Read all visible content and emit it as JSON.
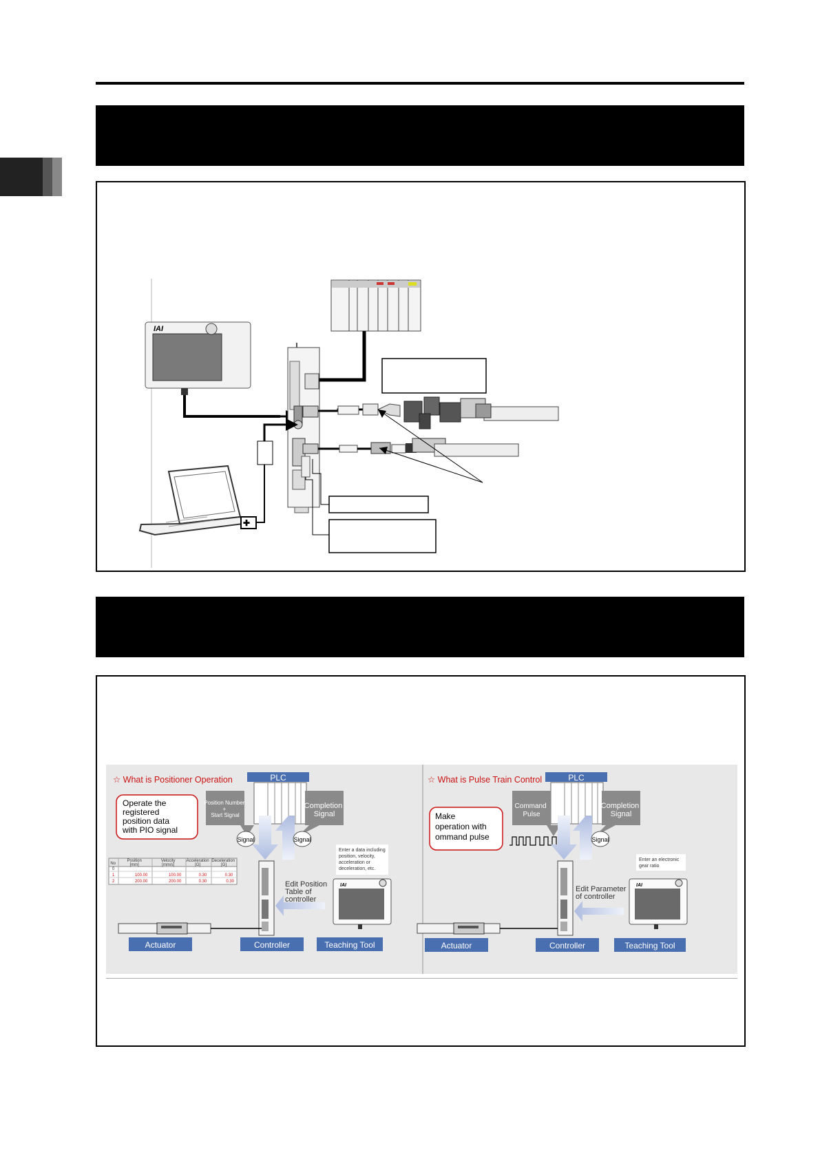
{
  "figure2": {
    "left": {
      "title": "☆ What is Positioner Operation",
      "plc": "PLC",
      "callout": [
        "Operate the",
        "registered",
        "position data",
        "with PIO signal"
      ],
      "position_number": [
        "Position Number",
        "+",
        "Start Signal"
      ],
      "completion": [
        "Completion",
        "Signal"
      ],
      "signal": "Signal",
      "table": {
        "headers": [
          [
            "No",
            ""
          ],
          [
            "Position",
            "[mm]"
          ],
          [
            "Velocity",
            "[mm/s]"
          ],
          [
            "Acceleration",
            "[G]"
          ],
          [
            "Deceleration",
            "[G]"
          ]
        ],
        "rows": [
          [
            "0",
            "",
            "",
            "",
            ""
          ],
          [
            "1",
            "100.00",
            "100.00",
            "0.30",
            "0.30"
          ],
          [
            "2",
            "200.00",
            "200.00",
            "0.30",
            "0.30"
          ]
        ]
      },
      "edit_text": [
        "Edit Position",
        "Table of",
        "controller"
      ],
      "tool_note": [
        "Enter a data including",
        "position, velocity,",
        "acceleration or",
        "deceleration, etc."
      ],
      "logo": "IAI",
      "labels": [
        "Actuator",
        "Controller",
        "Teaching Tool"
      ]
    },
    "right": {
      "title": "☆ What is Pulse Train Control",
      "plc": "PLC",
      "callout": [
        "Make",
        "operation with",
        "ommand pulse"
      ],
      "command": [
        "Command",
        "Pulse"
      ],
      "completion": [
        "Completion",
        "Signal"
      ],
      "signal": "Signal",
      "edit_text": [
        "Edit Parameter",
        "of controller"
      ],
      "tool_note": [
        "Enter an electronic",
        "gear ratio"
      ],
      "logo": "IAI",
      "labels": [
        "Actuator",
        "Controller",
        "Teaching Tool"
      ]
    }
  },
  "figure1": {
    "logo": "IAI"
  },
  "colors": {
    "accent_red": "#cc1111",
    "label_blue": "#4a6fb0",
    "arrow_blue": "#b5c3e0",
    "panel_gray": "#e6e6e6"
  }
}
